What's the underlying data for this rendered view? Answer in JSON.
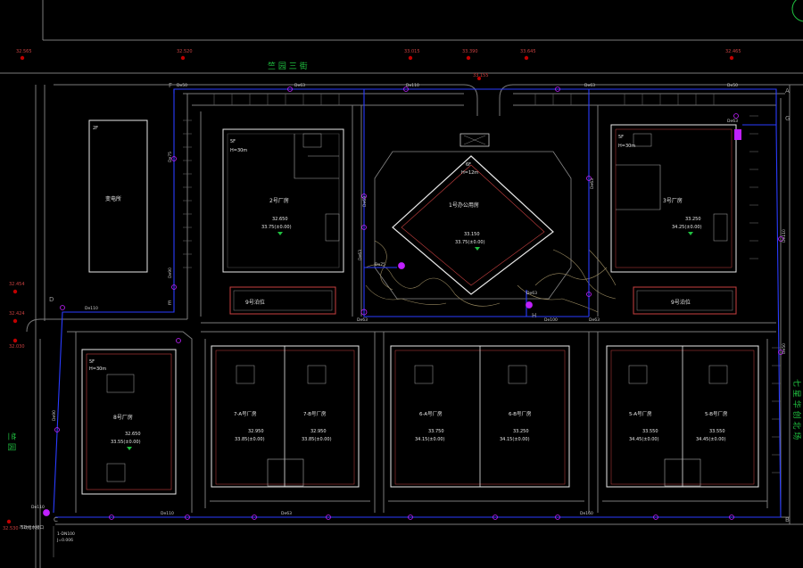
{
  "drawing": {
    "street_name": "竺 园 三 街",
    "side_road_left": "竺 园",
    "side_road_right": "七 星 华 创 北 场",
    "accent_blue": "#2a3cff",
    "accent_magenta": "#c020ff",
    "accent_red": "#d01010",
    "accent_green": "#20c040",
    "line_gray": "#7a7a7a",
    "building_white": "#e8e8e8"
  },
  "elevation_marks": [
    "32.565",
    "32.520",
    "33.015",
    "33.390",
    "33.645",
    "32.465",
    "33.155",
    "32.454",
    "32.424",
    "32.030",
    "32.530"
  ],
  "buildings": {
    "transformer": {
      "name": "变电所",
      "floors": "2F"
    },
    "b2": {
      "name": "2号厂房",
      "floors": "5F",
      "height": "H=30m",
      "elev": "32.650",
      "level": "33.75(±0.00)"
    },
    "b1": {
      "name": "1号办公用房",
      "floors": "6F",
      "height": "H=12m",
      "elev": "33.150",
      "level": "33.75(±0.00)"
    },
    "b3": {
      "name": "3号厂房",
      "floors": "5F",
      "height": "H=30m",
      "elev": "33.250",
      "level": "34.25(±0.00)"
    },
    "b8": {
      "name": "8号厂房",
      "floors": "5F",
      "height": "H=30m",
      "elev": "32.650",
      "level": "33.55(±0.00)"
    },
    "b7a": {
      "name": "7-A号厂房",
      "elev": "32.950",
      "level": "33.85(±0.00)"
    },
    "b7b": {
      "name": "7-B号厂房",
      "elev": "32.950",
      "level": "33.85(±0.00)"
    },
    "b6a": {
      "name": "6-A号厂房",
      "elev": "33.750",
      "level": "34.15(±0.00)"
    },
    "b6b": {
      "name": "6-B号厂房",
      "elev": "33.250",
      "level": "34.15(±0.00)"
    },
    "b5a": {
      "name": "5-A号厂房",
      "elev": "33.550",
      "level": "34.45(±0.00)"
    },
    "b5b": {
      "name": "5-B号厂房",
      "elev": "33.550",
      "level": "34.45(±0.00)"
    },
    "parking_left": {
      "name": "9号泊位"
    },
    "parking_right": {
      "name": "9号泊位"
    }
  },
  "pipe_labels": [
    "De50",
    "De63",
    "De110",
    "De63",
    "De50",
    "De63",
    "De110",
    "De90",
    "De63",
    "De75",
    "De100",
    "De63",
    "De110",
    "De63",
    "De160",
    "De63",
    "De63",
    "De75",
    "De110",
    "De110",
    "De63",
    "De63",
    "De90",
    "De50"
  ],
  "point_letters": [
    "F",
    "A",
    "D",
    "E",
    "C",
    "B",
    "G",
    "H"
  ],
  "legend_note": [
    "1-DN100",
    "J=0.006"
  ],
  "connection_note": "市政给水接口"
}
